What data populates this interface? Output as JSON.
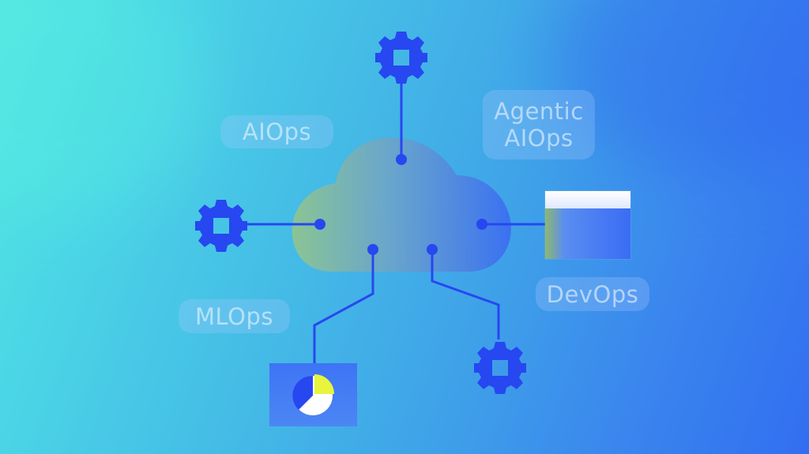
{
  "labels": {
    "aiops": "AIOps",
    "agentic_line1": "Agentic",
    "agentic_line2": "AIOps",
    "devops": "DevOps",
    "mlops": "MLOps"
  },
  "colors": {
    "gear": "#2747f0",
    "connector": "#2747f0",
    "chart_yellow": "#e8f53c",
    "chart_white": "#ffffff",
    "chart_blue": "#2747f0"
  },
  "icons": [
    "gear-icon",
    "gear-icon",
    "gear-icon",
    "cloud-icon",
    "window-icon",
    "pie-chart-icon"
  ]
}
